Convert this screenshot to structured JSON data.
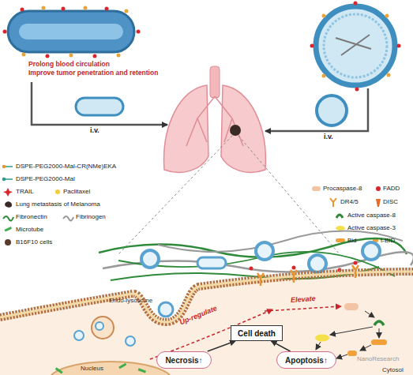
{
  "diagram": {
    "nodes": [
      {
        "text": [
          "Cell death"
        ]
      },
      {
        "text": [
          "Necrosis↑"
        ]
      },
      {
        "text": [
          "Apoptosis↑"
        ]
      }
    ],
    "edges": [
      {
        "from": 1,
        "to": 0,
        "arrow": "to"
      },
      {
        "from": 2,
        "to": 0,
        "arrow": "to"
      }
    ],
    "labels": [
      "Prolong blood circulation",
      "Improve tumor penetration and retention",
      "i.v.",
      "i.v.",
      "Endo-lysosome",
      "Up-regulate",
      "Elevate",
      "Nucleus",
      "Cytosol",
      "NanoResearch"
    ],
    "legend": [
      {
        "text": "DSPE-PEG2000-Mal-CR(NMe)EKA"
      },
      {
        "text": "DSPE-PEG2000-Mal"
      },
      {
        "text": "TRAIL"
      },
      {
        "text": "Paclitaxel"
      },
      {
        "text": "Lung metastasis of Melanoma"
      },
      {
        "text": "Fibronectin"
      },
      {
        "text": "Fibrinogen"
      },
      {
        "text": "Microtube"
      },
      {
        "text": "B16F10 cells"
      },
      {
        "text": "Procaspase-8"
      },
      {
        "text": "FADD"
      },
      {
        "text": "DR4/5"
      },
      {
        "text": "DISC"
      },
      {
        "text": "Active caspase-8"
      },
      {
        "text": "Active caspase-3"
      },
      {
        "text": "Bid"
      },
      {
        "text": "t-BID"
      }
    ]
  }
}
